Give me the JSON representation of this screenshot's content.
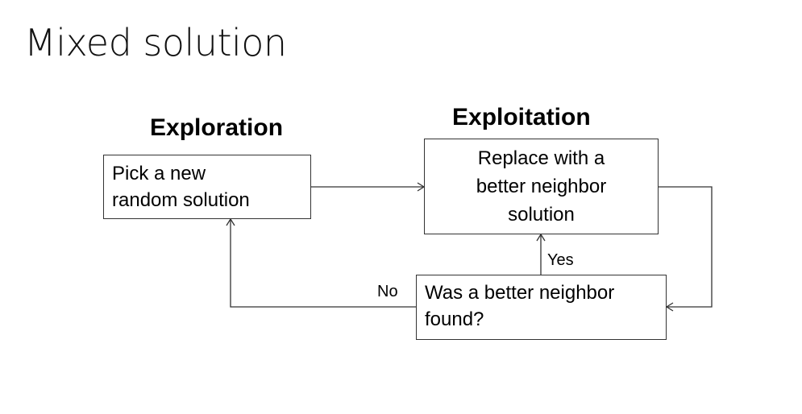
{
  "title": "Mixed solution",
  "headings": {
    "exploration": "Exploration",
    "exploitation": "Exploitation"
  },
  "boxes": {
    "explore": [
      "Pick a new",
      "random solution"
    ],
    "exploit": [
      "Replace with a",
      "better neighbor",
      "solution"
    ],
    "decision": [
      "Was a better neighbor",
      "found?"
    ]
  },
  "edge_labels": {
    "yes": "Yes",
    "no": "No"
  },
  "colors": {
    "line": "#333333",
    "text": "#000000",
    "background": "#ffffff"
  }
}
